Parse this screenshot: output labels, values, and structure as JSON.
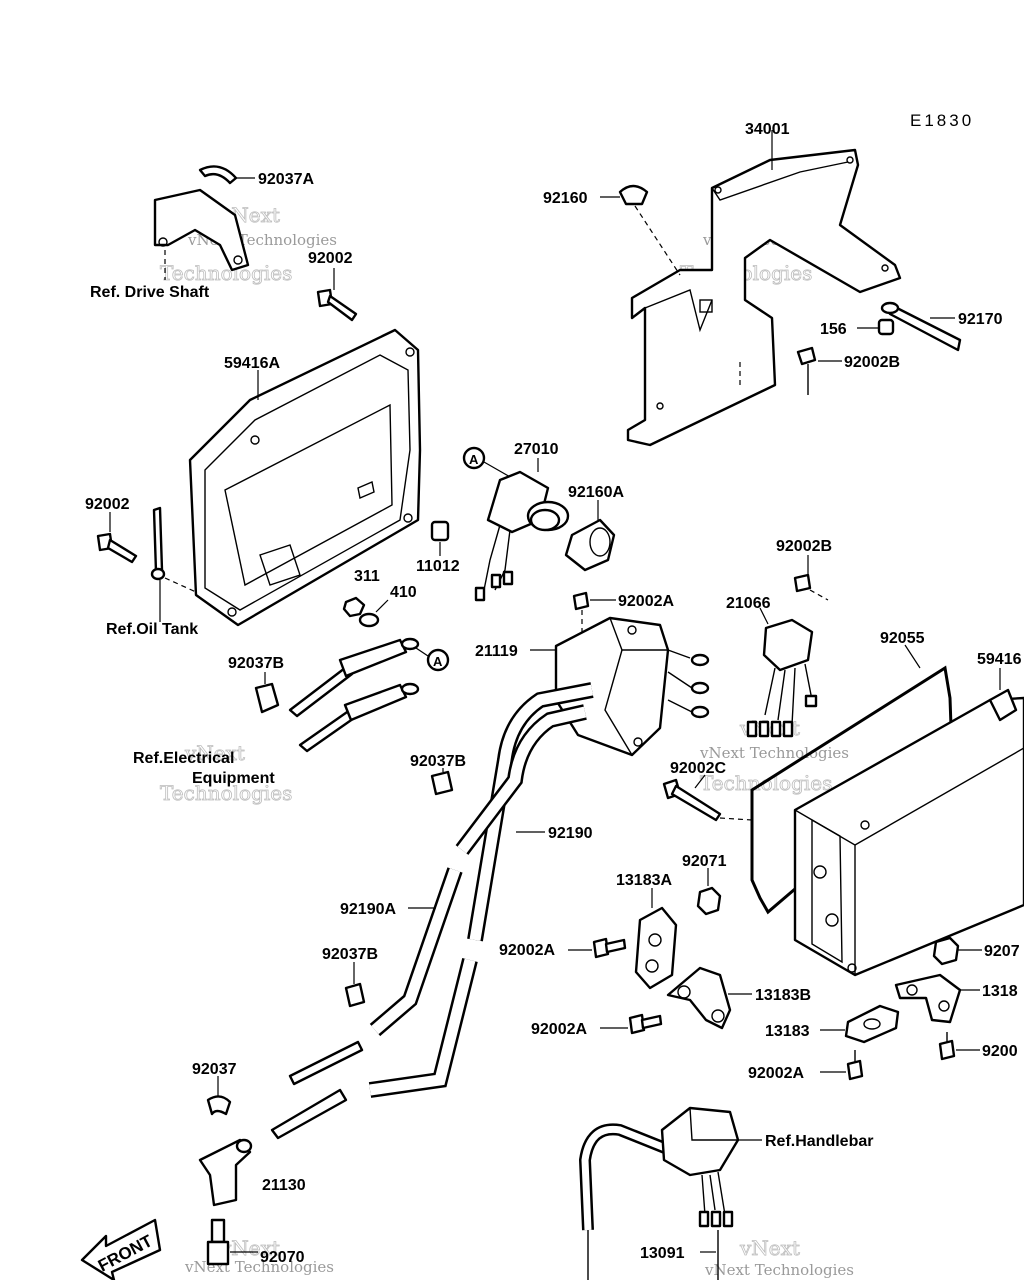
{
  "diagram": {
    "code": "E1830",
    "labels": {
      "p34001": "34001",
      "p92160": "92160",
      "p92170": "92170",
      "p156": "156",
      "p92002B_top": "92002B",
      "p92037A": "92037A",
      "p92002_top": "92002",
      "p59416A": "59416A",
      "p92002_left": "92002",
      "p27010": "27010",
      "p92160A": "92160A",
      "p11012": "11012",
      "p311": "311",
      "p410": "410",
      "p92037B_1": "92037B",
      "p92002A_1": "92002A",
      "p21119": "21119",
      "p92002B_mid": "92002B",
      "p21066": "21066",
      "p92055": "92055",
      "p59416_right": "59416",
      "p92002C": "92002C",
      "p92037B_2": "92037B",
      "p92190": "92190",
      "p92190A": "92190A",
      "p92071": "92071",
      "p13183A": "13183A",
      "p92002A_2": "92002A",
      "p92037B_3": "92037B",
      "p13183B": "13183B",
      "p92002A_3": "92002A",
      "p13183": "13183",
      "p92002A_4": "92002A",
      "p9207_right": "9207",
      "p1318_right": "1318",
      "p9200_right": "9200",
      "p92037": "92037",
      "p21130": "21130",
      "p92070": "92070",
      "p13091": "13091"
    },
    "refs": {
      "drive_shaft": "Ref. Drive Shaft",
      "oil_tank": "Ref.Oil Tank",
      "electrical_1": "Ref.Electrical",
      "electrical_2": "Equipment",
      "handlebar": "Ref.Handlebar"
    },
    "markers": {
      "a1": "A",
      "a2": "A"
    },
    "front_arrow": "FRONT",
    "watermark": {
      "line1": "vNext",
      "line2": "Technologies",
      "small": "vNext Technologies"
    }
  }
}
